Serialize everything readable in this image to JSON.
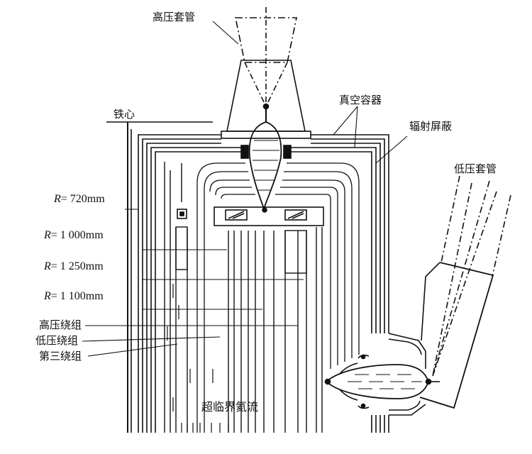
{
  "labels": {
    "hv_bushing": "高压套管",
    "vacuum_vessel": "真空容器",
    "radiation_shield": "辐射屏蔽",
    "lv_bushing": "低压套管",
    "iron_core": "铁心",
    "r_720_sym": "R",
    "r_720_val": "= 720mm",
    "r_1000_sym": "R",
    "r_1000_val": "= 1 000mm",
    "r_1250_sym": "R",
    "r_1250_val": "= 1 250mm",
    "r_1100_sym": "R",
    "r_1100_val": "= 1 100mm",
    "hv_winding": "高压绕组",
    "lv_winding": "低压绕组",
    "tertiary_winding": "第三绕组",
    "supercritical_helium_flow": "超临界氦流"
  }
}
